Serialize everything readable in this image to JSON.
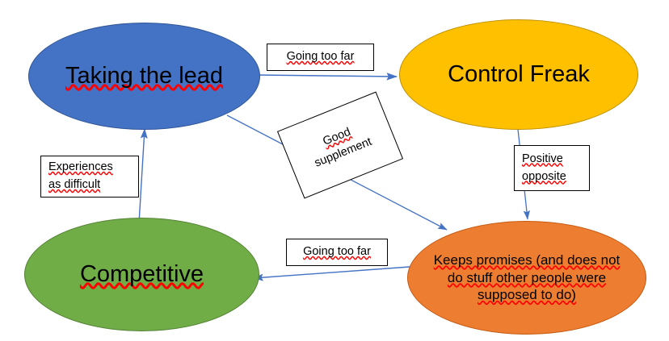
{
  "diagram": {
    "title": "Taking the lead / Control Freak relationship diagram",
    "background_color": "#FFFFFF",
    "arrow_color": "#4472C4",
    "spellcheck_underline_color": "#FF0000"
  },
  "nodes": [
    {
      "id": "taking-the-lead",
      "label": "Taking the lead",
      "lines": [
        "Taking the lead"
      ],
      "fill": "#4472C4",
      "border": "#2F5597",
      "shape": "ellipse"
    },
    {
      "id": "control-freak",
      "label": "Control Freak",
      "lines": [
        "Control Freak"
      ],
      "fill": "#FFC000",
      "border": "#BF9000",
      "shape": "ellipse"
    },
    {
      "id": "competitive",
      "label": "Competitive",
      "lines": [
        "Competitive"
      ],
      "fill": "#70AD47",
      "border": "#548235",
      "shape": "ellipse"
    },
    {
      "id": "keeps-promises",
      "label": "Keeps promises (and does not do stuff other people were supposed to do)",
      "lines": [
        "Keeps promises (and does not",
        "do stuff other people were",
        "supposed to do)"
      ],
      "fill": "#ED7D31",
      "border": "#C55A11",
      "shape": "ellipse"
    }
  ],
  "edge_labels": [
    {
      "id": "going-too-far-top",
      "lines": [
        "Going too far"
      ],
      "rotated": false
    },
    {
      "id": "good-supplement",
      "lines": [
        "Good",
        "supplement"
      ],
      "rotated": true,
      "rotation_degrees": -22
    },
    {
      "id": "positive-opposite",
      "lines": [
        "Positive",
        "opposite"
      ],
      "rotated": false
    },
    {
      "id": "experiences-as-difficult",
      "lines": [
        "Experiences",
        "as difficult"
      ],
      "rotated": false
    },
    {
      "id": "going-too-far-bottom",
      "lines": [
        "Going too far"
      ],
      "rotated": false
    }
  ],
  "edges": [
    {
      "id": "edge-lead-to-control",
      "from": "taking-the-lead",
      "to": "control-freak",
      "label": "Going too far"
    },
    {
      "id": "edge-control-to-keeps",
      "from": "control-freak",
      "to": "keeps-promises",
      "label": "Positive opposite"
    },
    {
      "id": "edge-lead-to-keeps",
      "from": "taking-the-lead",
      "to": "keeps-promises",
      "label": "Good supplement"
    },
    {
      "id": "edge-keeps-to-competitive",
      "from": "keeps-promises",
      "to": "competitive",
      "label": "Going too far"
    },
    {
      "id": "edge-competitive-to-lead",
      "from": "competitive",
      "to": "taking-the-lead",
      "label": "Experiences as difficult"
    }
  ]
}
